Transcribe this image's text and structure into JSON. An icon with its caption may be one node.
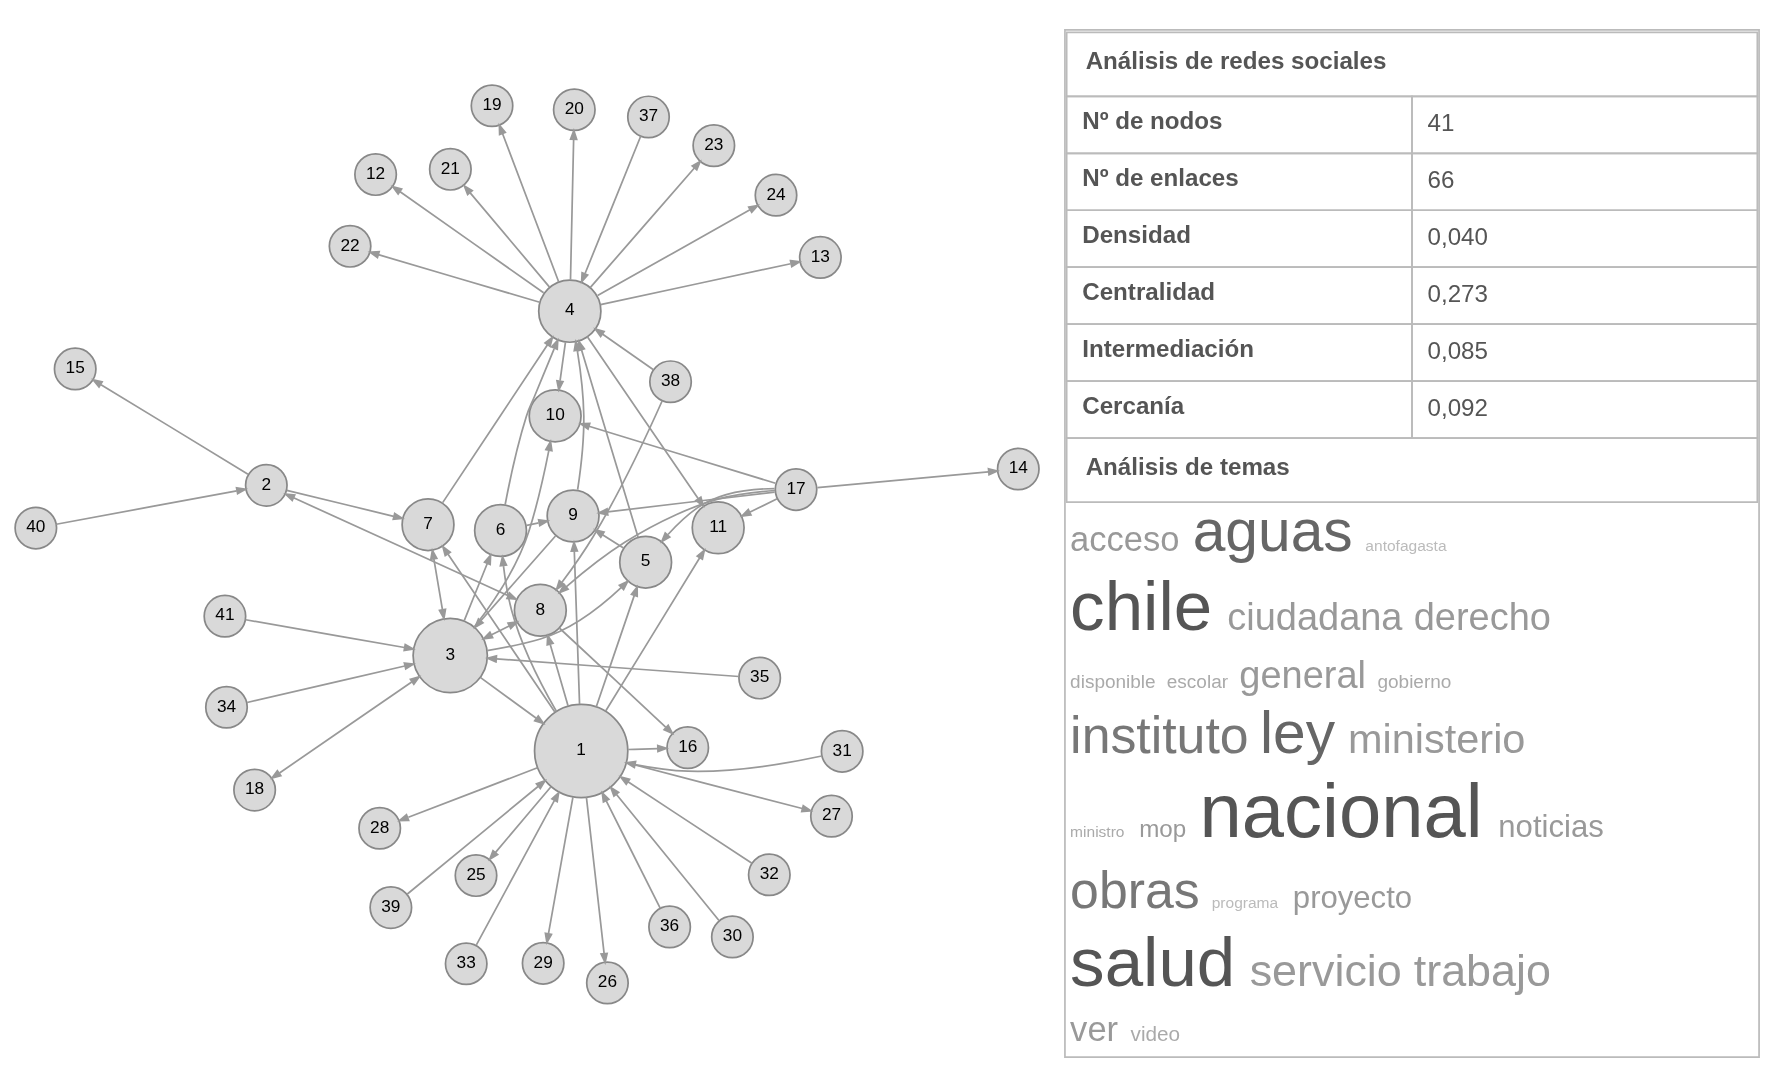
{
  "diagram": {
    "nodes": [
      {
        "text": [
          "1"
        ]
      },
      {
        "text": [
          "2"
        ]
      },
      {
        "text": [
          "3"
        ]
      },
      {
        "text": [
          "4"
        ]
      },
      {
        "text": [
          "5"
        ]
      },
      {
        "text": [
          "6"
        ]
      },
      {
        "text": [
          "7"
        ]
      },
      {
        "text": [
          "8"
        ]
      },
      {
        "text": [
          "9"
        ]
      },
      {
        "text": [
          "10"
        ]
      },
      {
        "text": [
          "11"
        ]
      },
      {
        "text": [
          "12"
        ]
      },
      {
        "text": [
          "13"
        ]
      },
      {
        "text": [
          "14"
        ]
      },
      {
        "text": [
          "15"
        ]
      },
      {
        "text": [
          "16"
        ]
      },
      {
        "text": [
          "17"
        ]
      },
      {
        "text": [
          "18"
        ]
      },
      {
        "text": [
          "19"
        ]
      },
      {
        "text": [
          "20"
        ]
      },
      {
        "text": [
          "21"
        ]
      },
      {
        "text": [
          "22"
        ]
      },
      {
        "text": [
          "23"
        ]
      },
      {
        "text": [
          "24"
        ]
      },
      {
        "text": [
          "25"
        ]
      },
      {
        "text": [
          "26"
        ]
      },
      {
        "text": [
          "27"
        ]
      },
      {
        "text": [
          "28"
        ]
      },
      {
        "text": [
          "29"
        ]
      },
      {
        "text": [
          "30"
        ]
      },
      {
        "text": [
          "31"
        ]
      },
      {
        "text": [
          "32"
        ]
      },
      {
        "text": [
          "33"
        ]
      },
      {
        "text": [
          "34"
        ]
      },
      {
        "text": [
          "35"
        ]
      },
      {
        "text": [
          "36"
        ]
      },
      {
        "text": [
          "37"
        ]
      },
      {
        "text": [
          "38"
        ]
      },
      {
        "text": [
          "39"
        ]
      },
      {
        "text": [
          "40"
        ]
      },
      {
        "text": [
          "41"
        ]
      }
    ],
    "edges": [
      {
        "from": 30,
        "to": 0,
        "arrow": "to"
      },
      {
        "from": 35,
        "to": 0,
        "arrow": "to"
      },
      {
        "from": 29,
        "to": 0,
        "arrow": "to"
      },
      {
        "from": 31,
        "to": 0,
        "arrow": "to"
      },
      {
        "from": 38,
        "to": 0,
        "arrow": "to"
      },
      {
        "from": 32,
        "to": 0,
        "arrow": "to"
      },
      {
        "from": 0,
        "to": 25,
        "arrow": "to"
      },
      {
        "from": 0,
        "to": 24,
        "arrow": "to"
      },
      {
        "from": 0,
        "to": 26,
        "arrow": "to"
      },
      {
        "from": 0,
        "to": 28,
        "arrow": "to"
      },
      {
        "from": 0,
        "to": 27,
        "arrow": "to"
      },
      {
        "from": 0,
        "to": 10,
        "arrow": "to"
      },
      {
        "from": 0,
        "to": 5,
        "arrow": "to"
      },
      {
        "from": 0,
        "to": 8,
        "arrow": "to"
      },
      {
        "from": 0,
        "to": 4,
        "arrow": "to"
      },
      {
        "from": 0,
        "to": 15,
        "arrow": "to"
      },
      {
        "from": 0,
        "to": 7,
        "arrow": "to"
      },
      {
        "from": 0,
        "to": 6,
        "arrow": "to"
      },
      {
        "from": 2,
        "to": 0,
        "arrow": "to"
      },
      {
        "from": 36,
        "to": 3,
        "arrow": "to"
      },
      {
        "from": 3,
        "to": 12,
        "arrow": "to"
      },
      {
        "from": 3,
        "to": 23,
        "arrow": "to"
      },
      {
        "from": 3,
        "to": 20,
        "arrow": "to"
      },
      {
        "from": 3,
        "to": 11,
        "arrow": "to"
      },
      {
        "from": 3,
        "to": 21,
        "arrow": "to"
      },
      {
        "from": 3,
        "to": 19,
        "arrow": "to"
      },
      {
        "from": 3,
        "to": 18,
        "arrow": "to"
      },
      {
        "from": 3,
        "to": 22,
        "arrow": "to"
      },
      {
        "from": 3,
        "to": 10,
        "arrow": "to"
      },
      {
        "from": 3,
        "to": 9,
        "arrow": "to"
      },
      {
        "from": 5,
        "to": 3,
        "arrow": "to"
      },
      {
        "from": 8,
        "to": 3,
        "arrow": "to"
      },
      {
        "from": 37,
        "to": 3,
        "arrow": "to"
      },
      {
        "from": 6,
        "to": 3,
        "arrow": "to"
      },
      {
        "from": 4,
        "to": 3,
        "arrow": "to"
      },
      {
        "from": 5,
        "to": 8,
        "arrow": "to"
      },
      {
        "from": 2,
        "to": 5,
        "arrow": "to"
      },
      {
        "from": 2,
        "to": 4,
        "arrow": "to"
      },
      {
        "from": 8,
        "to": 2,
        "arrow": "to"
      },
      {
        "from": 2,
        "to": 6,
        "arrow": "both"
      },
      {
        "from": 7,
        "to": 2,
        "arrow": "both"
      },
      {
        "from": 2,
        "to": 9,
        "arrow": "to"
      },
      {
        "from": 17,
        "to": 2,
        "arrow": "both"
      },
      {
        "from": 40,
        "to": 2,
        "arrow": "to"
      },
      {
        "from": 33,
        "to": 2,
        "arrow": "to"
      },
      {
        "from": 34,
        "to": 2,
        "arrow": "to"
      },
      {
        "from": 16,
        "to": 10,
        "arrow": "to"
      },
      {
        "from": 16,
        "to": 8,
        "arrow": "to"
      },
      {
        "from": 16,
        "to": 4,
        "arrow": "to"
      },
      {
        "from": 16,
        "to": 9,
        "arrow": "to"
      },
      {
        "from": 16,
        "to": 13,
        "arrow": "to"
      },
      {
        "from": 16,
        "to": 7,
        "arrow": "to"
      },
      {
        "from": 1,
        "to": 6,
        "arrow": "to"
      },
      {
        "from": 1,
        "to": 7,
        "arrow": "both"
      },
      {
        "from": 37,
        "to": 7,
        "arrow": "to"
      },
      {
        "from": 39,
        "to": 1,
        "arrow": "to"
      },
      {
        "from": 1,
        "to": 14,
        "arrow": "to"
      },
      {
        "from": 7,
        "to": 15,
        "arrow": "to"
      },
      {
        "from": 4,
        "to": 8,
        "arrow": "to"
      }
    ],
    "labels": [
      "Análisis de redes sociales",
      "Nº de nodos",
      "41",
      "Nº de enlaces",
      "66",
      "Densidad",
      "0,040",
      "Centralidad",
      "0,273",
      "Intermediación",
      "0,085",
      "Cercanía",
      "0,092",
      "Análisis de temas",
      "acceso",
      "aguas",
      "antofagasta",
      "chile",
      "ciudadana",
      "derecho",
      "disponible",
      "escolar",
      "general",
      "gobierno",
      "instituto",
      "ley",
      "ministerio",
      "ministro",
      "mop",
      "nacional",
      "noticias",
      "obras",
      "programa",
      "proyecto",
      "salud",
      "servicio",
      "trabajo",
      "ver",
      "video"
    ]
  }
}
